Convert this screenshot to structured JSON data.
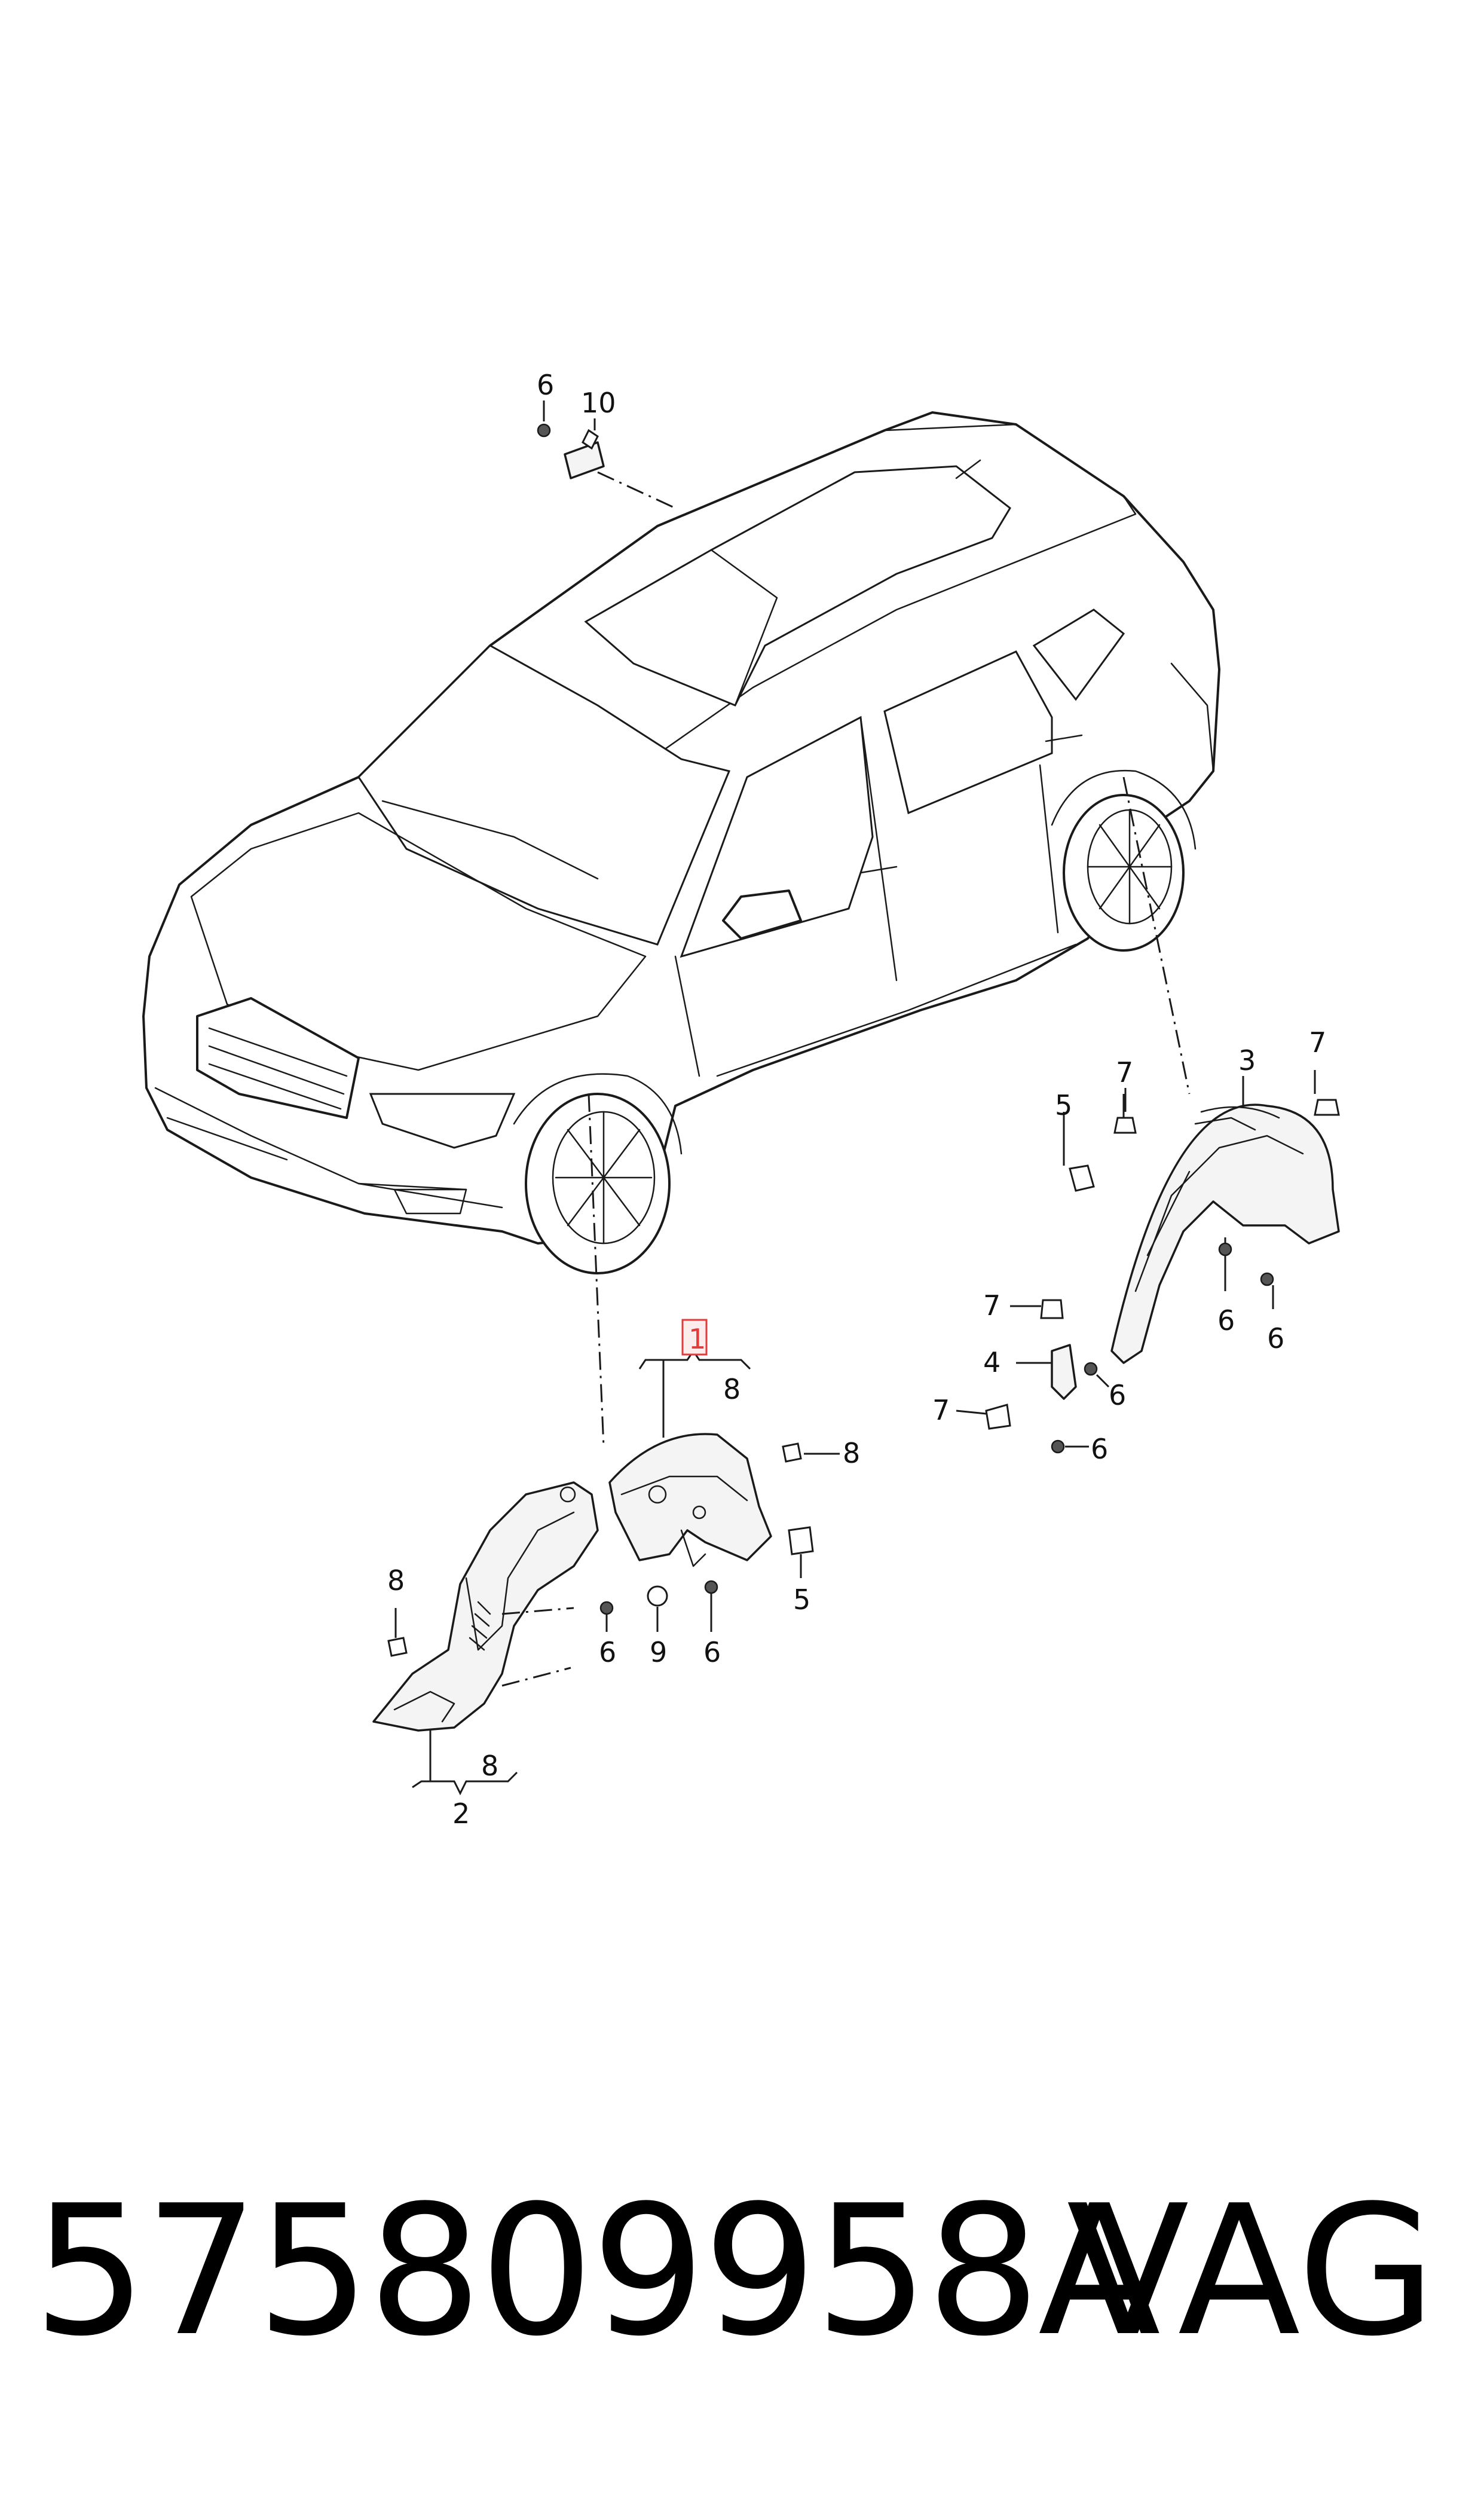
{
  "callouts": {
    "c1": "1",
    "c2": "2",
    "c3": "3",
    "c4": "4",
    "c5_rear": "5",
    "c5_front": "5",
    "c6_top": "6",
    "c6_rear_a": "6",
    "c6_rear_b": "6",
    "c6_rear_c": "6",
    "c6_rear_d": "6",
    "c6_front_a": "6",
    "c6_front_b": "6",
    "c7_rear_a": "7",
    "c7_rear_b": "7",
    "c7_rear_c": "7",
    "c7_rear_d": "7",
    "c8_front_a": "8",
    "c8_front_b": "8",
    "c8_front_c": "8",
    "c8_front_d": "8",
    "c9": "9",
    "c10": "10"
  },
  "highlight_callout": "1",
  "highlight_color": "#e03c3c",
  "footer": {
    "part_number": "575809958A",
    "brand": "VAG"
  }
}
